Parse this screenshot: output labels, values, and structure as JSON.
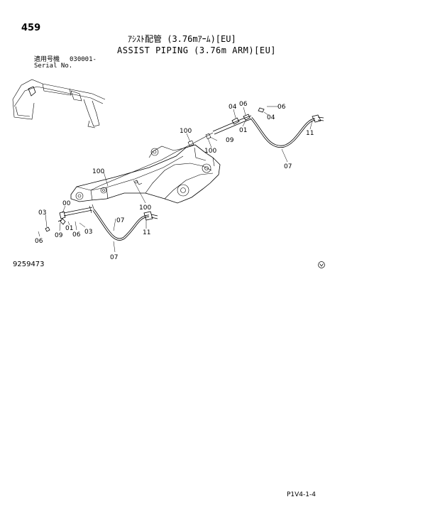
{
  "header": {
    "page_number": "459",
    "title_jp": "ｱｼｽﾄ配管 (3.76mｱｰﾑ)[EU]",
    "title_en": "ASSIST PIPING (3.76m ARM)[EU]"
  },
  "serial": {
    "label_jp": "適用号機",
    "label_en": "Serial No.",
    "value": "030001-"
  },
  "callouts": {
    "c01_upper": "01",
    "c04_upper": "04",
    "c06_upper": "06",
    "c04_right": "04",
    "c06_right": "06",
    "c07_right": "07",
    "c11_right": "11",
    "c09_upper": "09",
    "c100_a": "100",
    "c100_b": "100",
    "c100_c": "100",
    "c100_d": "100",
    "c00_left": "00",
    "c03_left": "03",
    "c06_left": "06",
    "c09_left": "09",
    "c01_left": "01",
    "c06_left_b": "06",
    "c03_left_b": "03",
    "c07_left": "07",
    "c07_left_b": "07",
    "c11_left": "11"
  },
  "figure_number": "9259473",
  "footer_code": "P1V4-1-4"
}
